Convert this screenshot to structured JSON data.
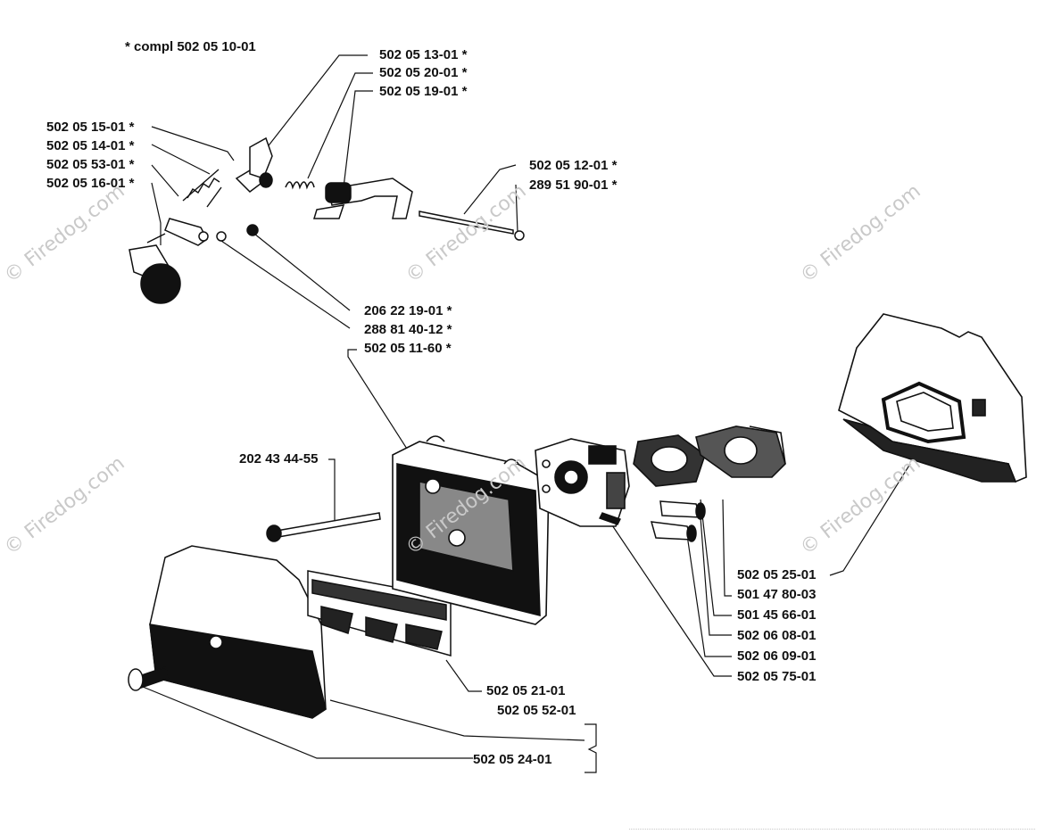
{
  "kit_note": "* compl 502 05 10-01",
  "watermarks": [
    "© Firedog.com",
    "© Firedog.com",
    "© Firedog.com",
    "© Firedog.com",
    "© Firedog.com",
    "© Firedog.com"
  ],
  "labels": {
    "l_502_05_13_01": "502 05 13-01 *",
    "l_502_05_20_01": "502 05 20-01 *",
    "l_502_05_19_01": "502 05 19-01 *",
    "l_502_05_15_01": "502 05 15-01 *",
    "l_502_05_14_01": "502 05 14-01 *",
    "l_502_05_53_01": "502 05 53-01 *",
    "l_502_05_16_01": "502 05 16-01 *",
    "l_502_05_12_01": "502 05 12-01 *",
    "l_289_51_90_01": "289 51 90-01 *",
    "l_206_22_19_01": "206 22 19-01 *",
    "l_288_81_40_12": "288 81 40-12 *",
    "l_502_05_11_60": "502 05 11-60 *",
    "l_202_43_44_55": "202 43 44-55",
    "l_502_05_25_01": "502 05 25-01",
    "l_501_47_80_03": "501 47 80-03",
    "l_501_45_66_01": "501 45 66-01",
    "l_502_06_08_01": "502 06 08-01",
    "l_502_06_09_01": "502 06 09-01",
    "l_502_05_75_01": "502 05 75-01",
    "l_502_05_21_01": "502 05 21-01",
    "l_502_05_52_01": "502 05 52-01",
    "l_502_05_24_01": "502 05 24-01"
  }
}
